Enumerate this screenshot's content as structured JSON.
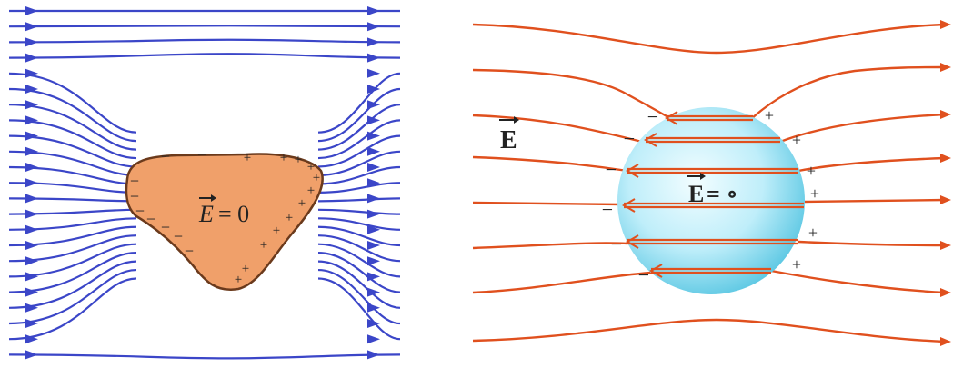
{
  "left_panel": {
    "label_vector": "E",
    "label_rest": "= 0",
    "charge_negative": "−",
    "charge_positive": "+",
    "colors": {
      "field_line": "#3b46c8",
      "conductor_fill": "#f0a06a",
      "conductor_edge": "#6b3a1c",
      "charge": "#222222"
    }
  },
  "right_panel": {
    "external_label": "E",
    "internal_label_vector": "E",
    "internal_label_rest": "= ∘",
    "charge_negative": "−",
    "charge_positive": "+",
    "colors": {
      "field_line": "#e0501e",
      "sphere_center": "#e9fbff",
      "sphere_edge": "#56c8e4",
      "charge": "#222222"
    }
  }
}
